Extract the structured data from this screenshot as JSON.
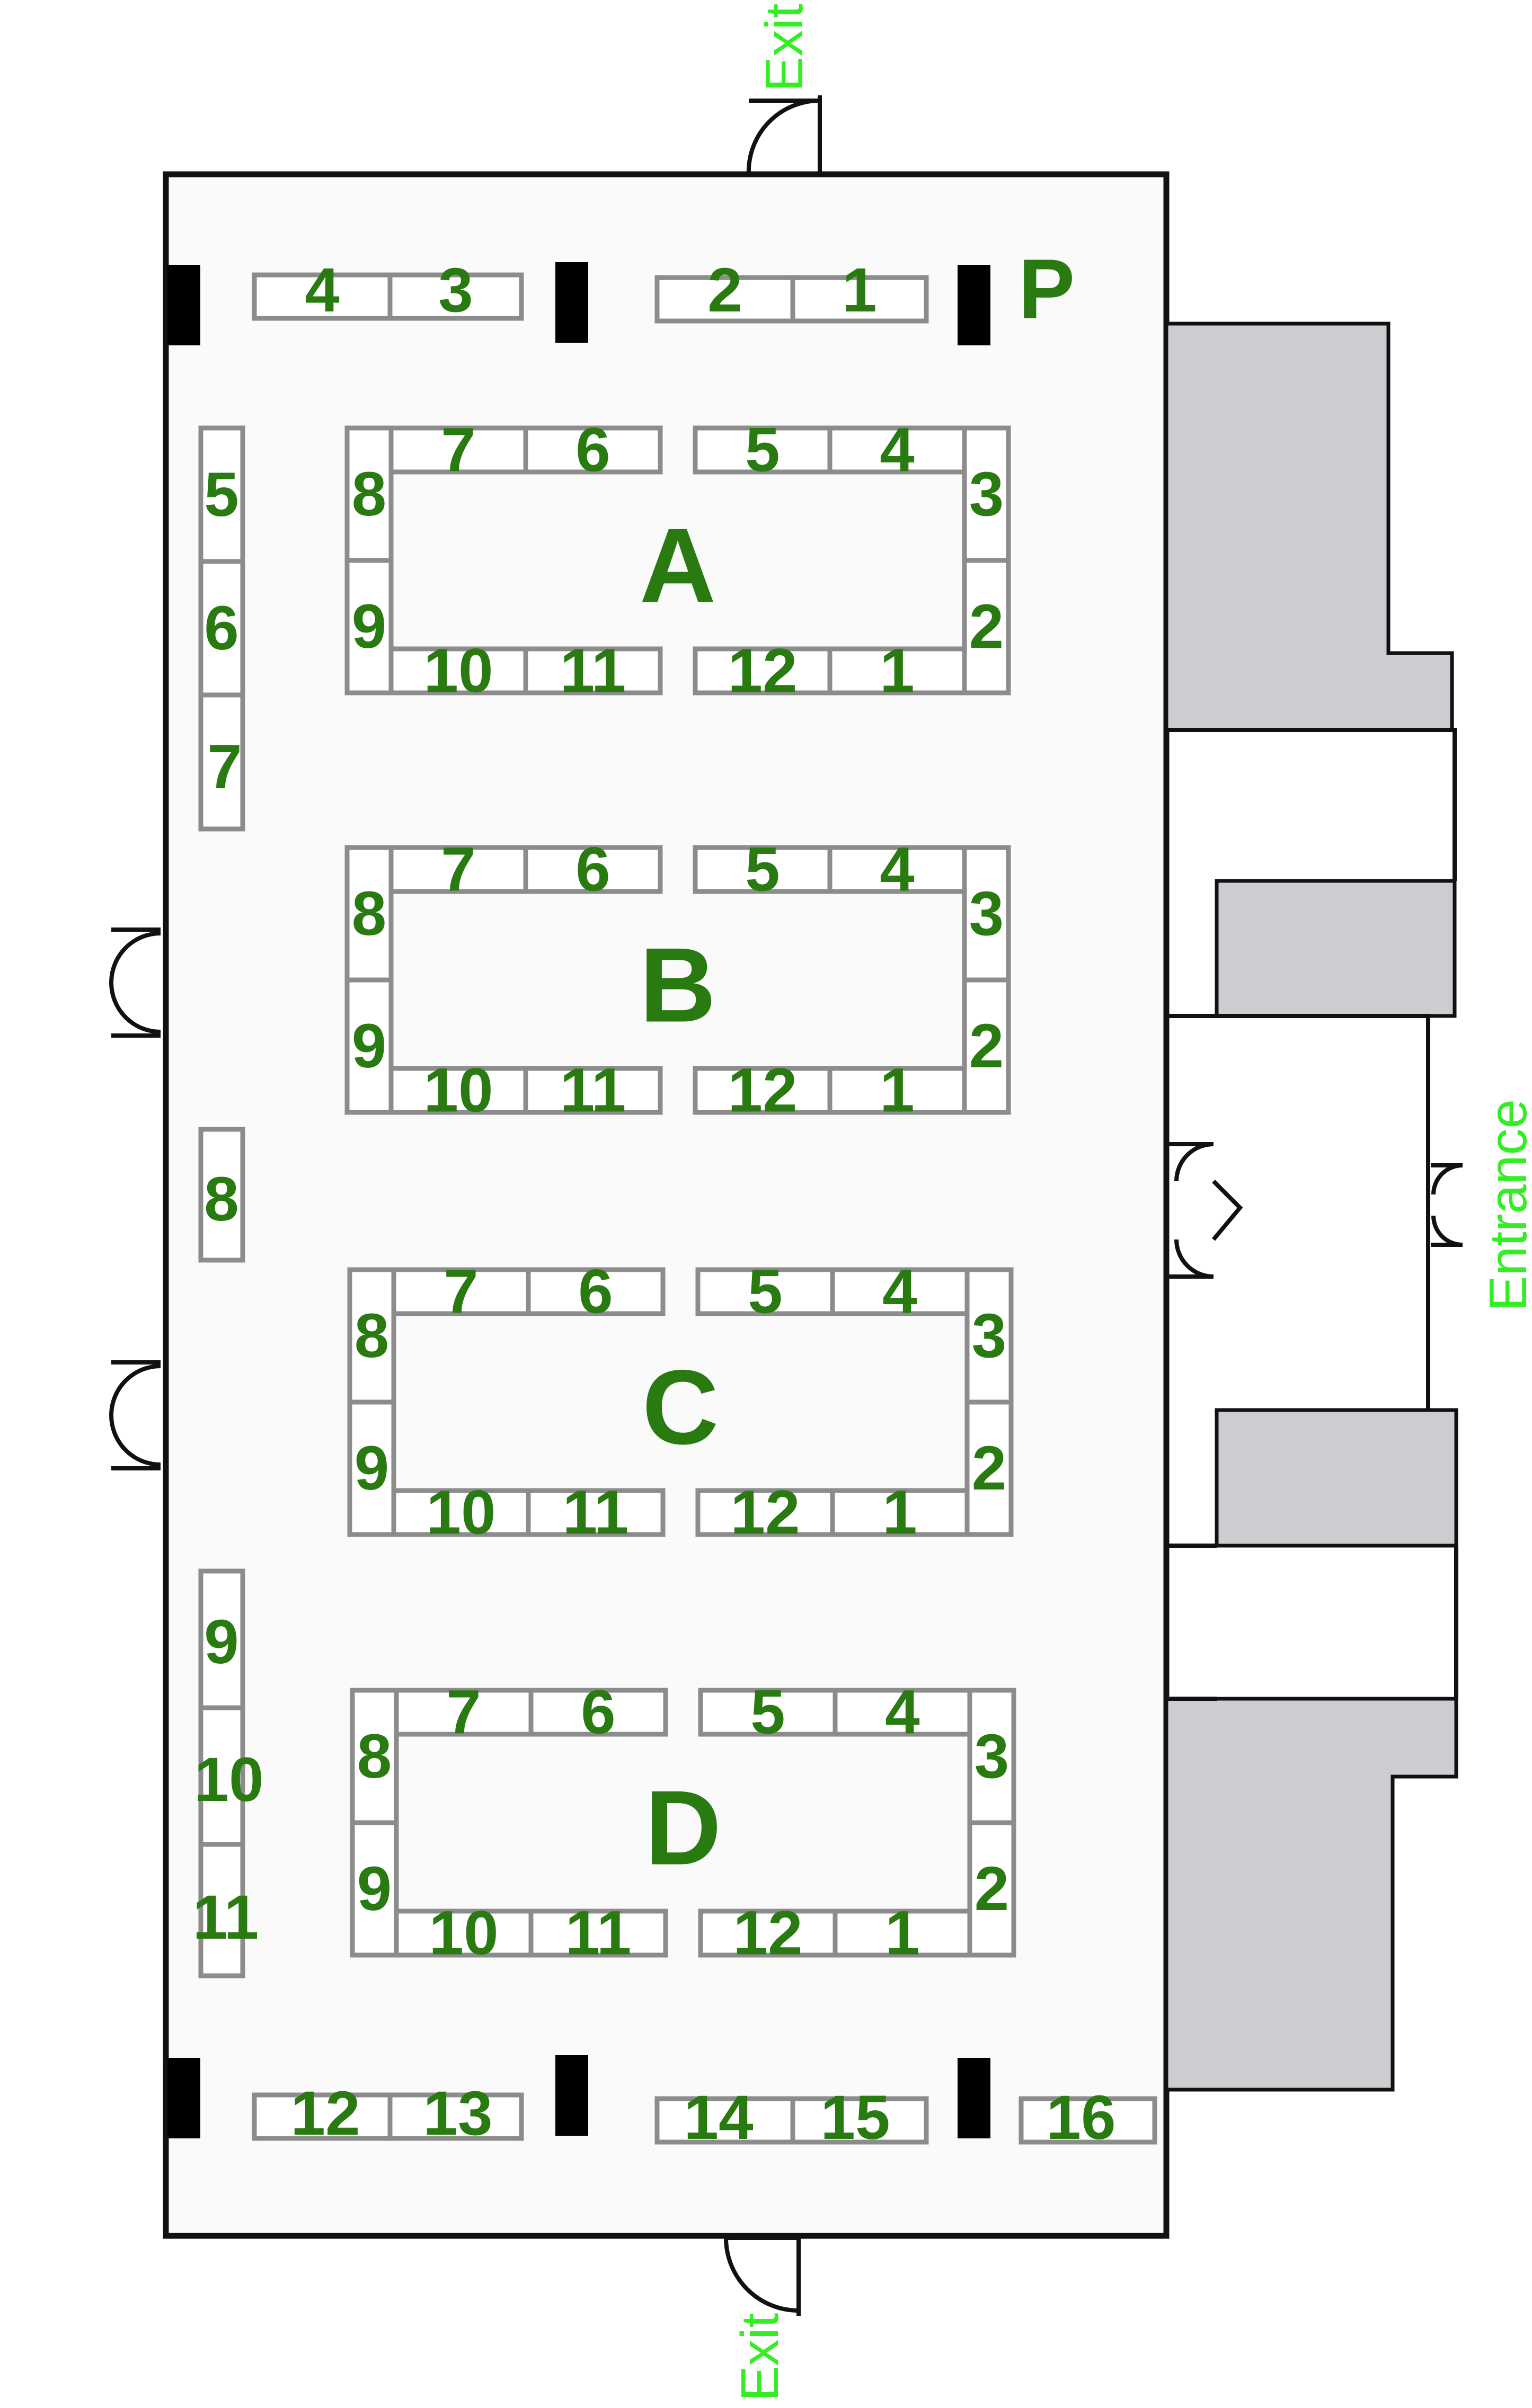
{
  "labels": {
    "exit_top": "Exit",
    "exit_bottom": "Exit",
    "entrance": "Entrance",
    "p_label": "P"
  },
  "perimeter": {
    "top": [
      {
        "id": "p4",
        "label": "4"
      },
      {
        "id": "p3",
        "label": "3"
      },
      {
        "id": "p2",
        "label": "2"
      },
      {
        "id": "p1",
        "label": "1"
      }
    ],
    "left": [
      {
        "id": "p5",
        "label": "5"
      },
      {
        "id": "p6",
        "label": "6"
      },
      {
        "id": "p7",
        "label": "7"
      },
      {
        "id": "p8",
        "label": "8"
      },
      {
        "id": "p9",
        "label": "9"
      },
      {
        "id": "p10",
        "label": "10"
      },
      {
        "id": "p11",
        "label": "11"
      }
    ],
    "bottom": [
      {
        "id": "p12",
        "label": "12"
      },
      {
        "id": "p13",
        "label": "13"
      },
      {
        "id": "p14",
        "label": "14"
      },
      {
        "id": "p15",
        "label": "15"
      },
      {
        "id": "p16",
        "label": "16"
      }
    ]
  },
  "islands": [
    {
      "name": "A",
      "booths": [
        "1",
        "2",
        "3",
        "4",
        "5",
        "6",
        "7",
        "8",
        "9",
        "10",
        "11",
        "12"
      ]
    },
    {
      "name": "B",
      "booths": [
        "1",
        "2",
        "3",
        "4",
        "5",
        "6",
        "7",
        "8",
        "9",
        "10",
        "11",
        "12"
      ]
    },
    {
      "name": "C",
      "booths": [
        "1",
        "2",
        "3",
        "4",
        "5",
        "6",
        "7",
        "8",
        "9",
        "10",
        "11",
        "12"
      ]
    },
    {
      "name": "D",
      "booths": [
        "1",
        "2",
        "3",
        "4",
        "5",
        "6",
        "7",
        "8",
        "9",
        "10",
        "11",
        "12"
      ]
    }
  ],
  "colors": {
    "booth_number": "#2a7a12",
    "exit_label": "#33ee22",
    "booth_outline": "#8c8c8c",
    "annex_fill": "#cccdd1"
  }
}
